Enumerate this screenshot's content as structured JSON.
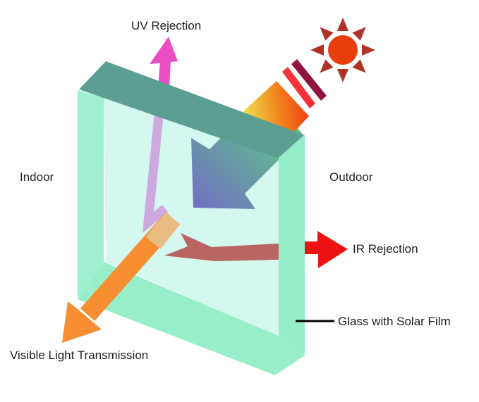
{
  "labels": {
    "uv_rejection": "UV Rejection",
    "indoor": "Indoor",
    "outdoor": "Outdoor",
    "ir_rejection": "IR Rejection",
    "glass_film": "Glass with Solar Film",
    "visible_light": "Visible Light Transmission"
  },
  "icons": {
    "sun": "sun-icon"
  },
  "colors": {
    "background": "#ffffff",
    "text": "#1f1f1f",
    "sun_core": "#e93e0c",
    "sun_ray": "#b03227",
    "beam_hot": "#f13d12",
    "beam_mid": "#f28b20",
    "beam_cool": "#eee04c",
    "pulse_stripe_red": "#f5313a",
    "pulse_stripe_crimson": "#8f143f",
    "film_bar": "#5c9f92",
    "frame_left": "#a0f0cf",
    "frame_right": "#96eec8",
    "frame_bottom": "#98eec9",
    "pane": "#d4f7ef",
    "inside_arrow_green": "#5dcb84",
    "inside_arrow_blue": "#7173c0",
    "uv_outer": "#ea4ec5",
    "uv_inner": "#cda9e0",
    "visible_outer": "#f78e32",
    "visible_inner": "#e9bc83",
    "ir_inner": "#b96662",
    "ir_outer": "#ee1111",
    "label_line": "#000000"
  }
}
